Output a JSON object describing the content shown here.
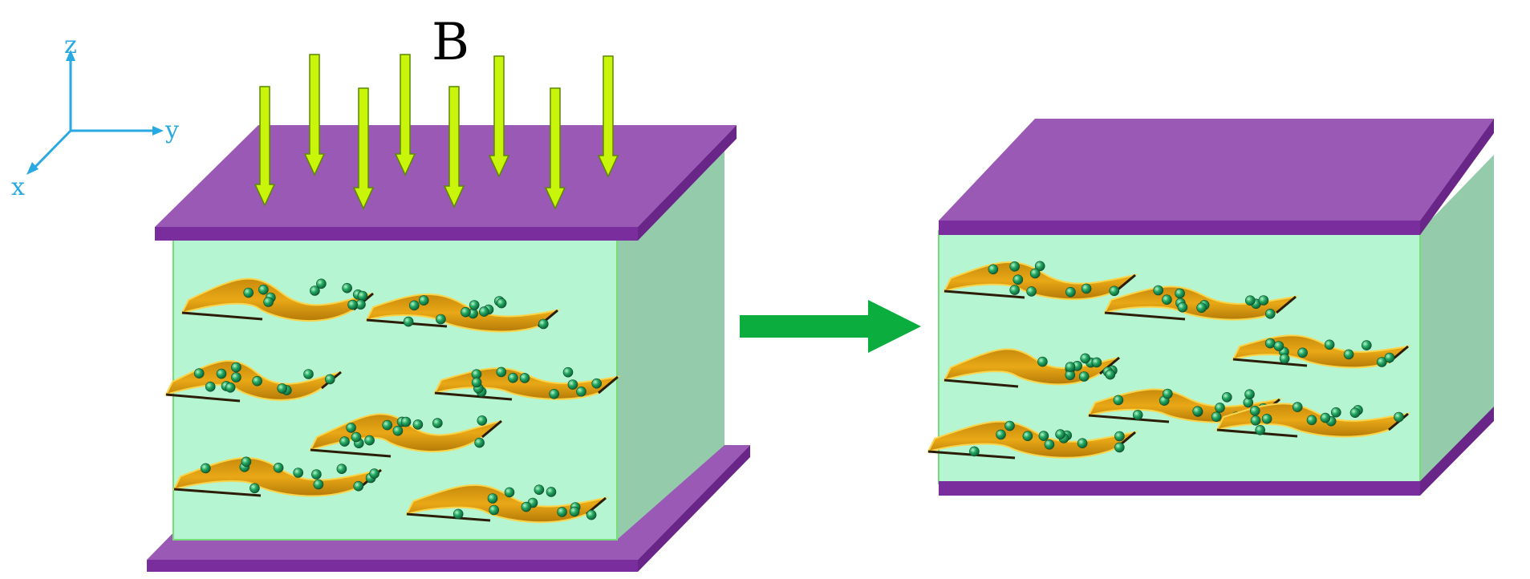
{
  "axes": {
    "x_label": "x",
    "y_label": "y",
    "z_label": "z",
    "color": "#29a9e1"
  },
  "field_label": "B",
  "colors": {
    "plate_top": "#9b59b6",
    "plate_side": "#7a2e9e",
    "medium_front": "#b6f5d2",
    "medium_side": "#93cbab",
    "medium_edge": "#77dd77",
    "field_arrow": "#c9f50a",
    "field_arrow_edge": "#5a8a00",
    "process_arrow": "#0aad3e",
    "sheet": "#e2a213",
    "sheet_highlight": "#fad54c",
    "sheet_edge": "#2b1d08",
    "particle": "#128a50",
    "particle_highlight": "#b6f5cc"
  }
}
